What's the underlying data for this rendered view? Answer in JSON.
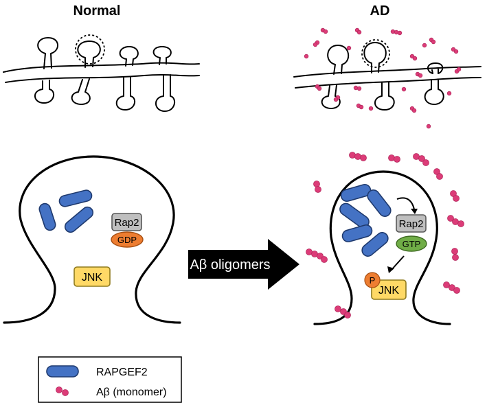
{
  "titles": {
    "normal": "Normal",
    "ad": "AD"
  },
  "normal_spine": {
    "rap2_label": "Rap2",
    "nucleotide_label": "GDP",
    "jnk_label": "JNK"
  },
  "ad_spine": {
    "rap2_label": "Rap2",
    "nucleotide_label": "GTP",
    "jnk_label": "JNK",
    "phospho_label": "P"
  },
  "arrow_label": "Aβ oligomers",
  "legend": {
    "rapgef2_label": "RAPGEF2",
    "abeta_label": "Aβ (monomer)"
  },
  "colors": {
    "rapgef2": "#4472c4",
    "abeta": "#dc3c78",
    "rap2_box": "#bfbfbf",
    "gdp": "#ed7d31",
    "gtp": "#70ad47",
    "jnk": "#ffd966",
    "phospho": "#ed7d31",
    "arrow": "#000000"
  }
}
